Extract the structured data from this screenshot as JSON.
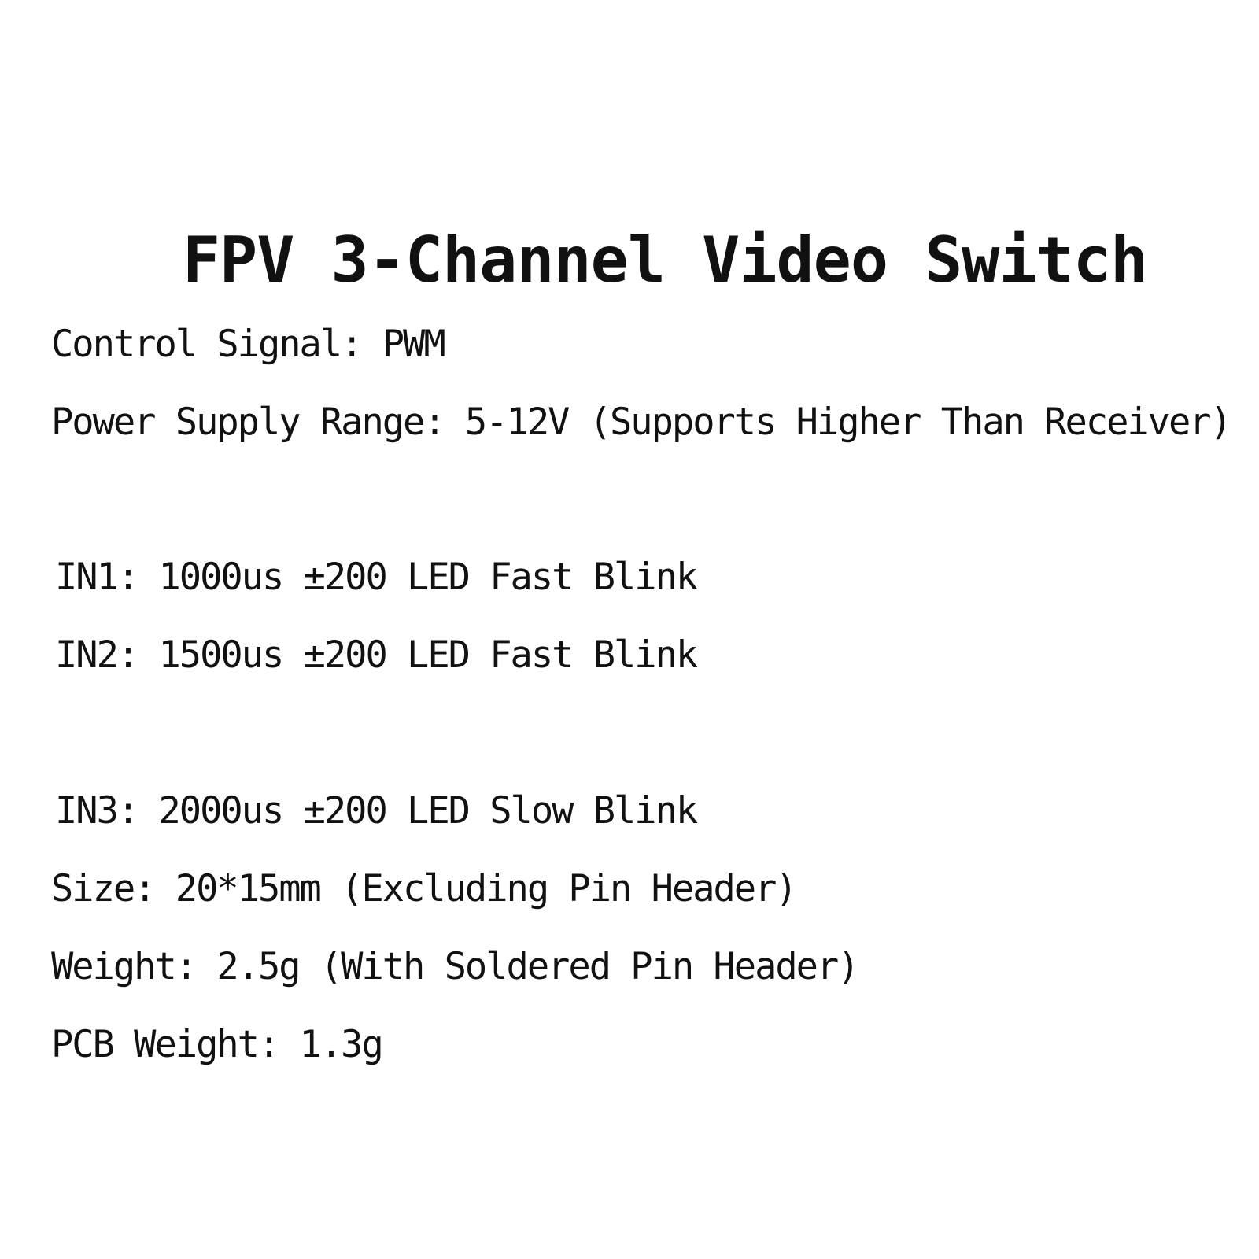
{
  "doc": {
    "title": "FPV 3-Channel Video Switch",
    "lines": [
      "Control Signal: PWM",
      "Power Supply Range: 5-12V (Supports Higher Than Receiver)",
      "IN1: 1000us ±200 LED Fast Blink",
      "IN2: 1500us ±200 LED Fast Blink",
      "IN3: 2000us ±200 LED Slow Blink",
      "Size: 20*15mm (Excluding Pin Header)",
      "Weight: 2.5g (With Soldered Pin Header)",
      "PCB Weight: 1.3g"
    ]
  }
}
